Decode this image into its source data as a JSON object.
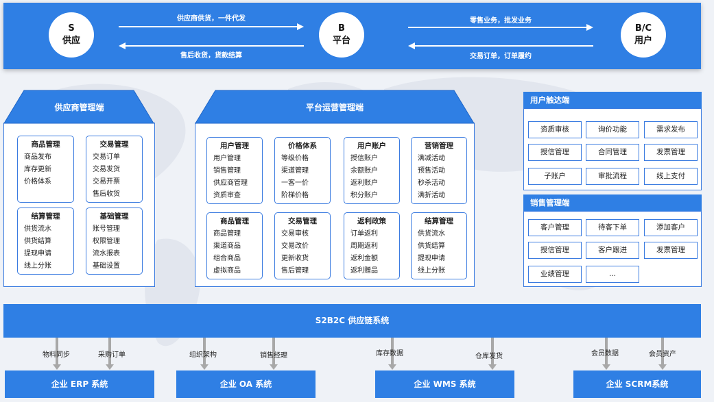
{
  "top": {
    "s_line1": "S",
    "s_line2": "供应",
    "b_line1": "B",
    "b_line2": "平台",
    "c_line1": "B/C",
    "c_line2": "用户",
    "arrow1_top": "供应商供货，一件代发",
    "arrow1_bottom": "售后收货，货款结算",
    "arrow2_top": "零售业务，批发业务",
    "arrow2_bottom": "交易订单，订单履约"
  },
  "supplier": {
    "title": "供应商管理端",
    "modules": [
      {
        "title": "商品管理",
        "items": [
          "商品发布",
          "库存更新",
          "价格体系"
        ]
      },
      {
        "title": "交易管理",
        "items": [
          "交易订单",
          "交易发货",
          "交易开票",
          "售后收货"
        ]
      },
      {
        "title": "结算管理",
        "items": [
          "供货流水",
          "供货结算",
          "提现申请",
          "线上分账"
        ]
      },
      {
        "title": "基础管理",
        "items": [
          "账号管理",
          "权限管理",
          "流水报表",
          "基础设置"
        ]
      }
    ]
  },
  "platform": {
    "title": "平台运营管理端",
    "modules": [
      {
        "title": "用户管理",
        "items": [
          "用户管理",
          "销售管理",
          "供应商管理",
          "资质审查"
        ]
      },
      {
        "title": "价格体系",
        "items": [
          "等级价格",
          "渠道管理",
          "一客一价",
          "阶梯价格"
        ]
      },
      {
        "title": "用户账户",
        "items": [
          "授信账户",
          "余额账户",
          "返利账户",
          "积分账户"
        ]
      },
      {
        "title": "营销管理",
        "items": [
          "满减活动",
          "预售活动",
          "秒杀活动",
          "满折活动"
        ]
      },
      {
        "title": "商品管理",
        "items": [
          "商品管理",
          "渠道商品",
          "组合商品",
          "虚拟商品"
        ]
      },
      {
        "title": "交易管理",
        "items": [
          "交易审核",
          "交易改价",
          "更新收货",
          "售后管理"
        ]
      },
      {
        "title": "返利政策",
        "items": [
          "订单返利",
          "周期返利",
          "返利金额",
          "返利赠品"
        ]
      },
      {
        "title": "结算管理",
        "items": [
          "供货流水",
          "供货结算",
          "提现申请",
          "线上分账"
        ]
      }
    ]
  },
  "user_end": {
    "title": "用户触达端",
    "cells": [
      "资质审核",
      "询价功能",
      "需求发布",
      "授信管理",
      "合同管理",
      "发票管理",
      "子账户",
      "审批流程",
      "线上支付"
    ]
  },
  "sales_end": {
    "title": "销售管理端",
    "cells": [
      "客户管理",
      "待客下单",
      "添加客户",
      "授信管理",
      "客户跟进",
      "发票管理",
      "业绩管理",
      "..."
    ]
  },
  "bar": {
    "label": "S2B2C 供应链系统"
  },
  "flows": [
    "物料同步",
    "采购订单",
    "组织架构",
    "销售经理",
    "库存数据",
    "仓库发货",
    "会员数据",
    "会员资产"
  ],
  "systems": [
    "企业 ERP 系统",
    "企业 OA 系统",
    "企业 WMS 系统",
    "企业 SCRM系统"
  ]
}
